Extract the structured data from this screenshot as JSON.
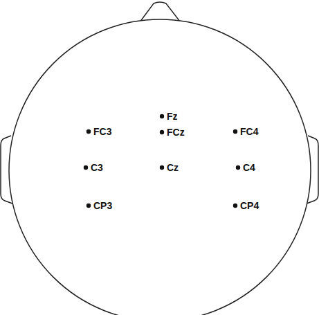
{
  "diagram": {
    "labels": [
      "Fz",
      "FC3",
      "FCz",
      "FC4",
      "C3",
      "Cz",
      "C4",
      "CP3",
      "CP4"
    ]
  }
}
